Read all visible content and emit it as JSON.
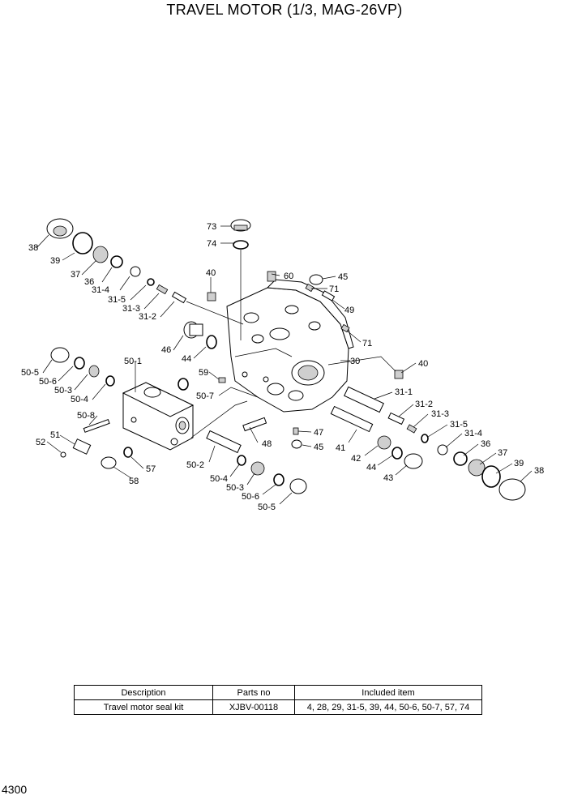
{
  "title": "TRAVEL MOTOR (1/3, MAG-26VP)",
  "page_number": "4300",
  "labels": {
    "l73": "73",
    "l74": "74",
    "l40a": "40",
    "l60": "60",
    "l45a": "45",
    "l71a": "71",
    "l49": "49",
    "l71b": "71",
    "l30": "30",
    "l40b": "40",
    "l38a": "38",
    "l39a": "39",
    "l37a": "37",
    "l36a": "36",
    "l314a": "31-4",
    "l315a": "31-5",
    "l313a": "31-3",
    "l312a": "31-2",
    "l46": "46",
    "l44a": "44",
    "l59": "59",
    "l507": "50-7",
    "l501": "50-1",
    "l505a": "50-5",
    "l506a": "50-6",
    "l503a": "50-3",
    "l504a": "50-4",
    "l508": "50-8",
    "l51": "51",
    "l52": "52",
    "l57": "57",
    "l58": "58",
    "l48": "48",
    "l47": "47",
    "l45b": "45",
    "l311": "31-1",
    "l312b": "31-2",
    "l313b": "31-3",
    "l315b": "31-5",
    "l314b": "31-4",
    "l36b": "36",
    "l37b": "37",
    "l39b": "39",
    "l38b": "38",
    "l41": "41",
    "l42": "42",
    "l44b": "44",
    "l43": "43",
    "l502": "50-2",
    "l504b": "50-4",
    "l503b": "50-3",
    "l506b": "50-6",
    "l505b": "50-5"
  },
  "kit_table": {
    "headers": [
      "Description",
      "Parts no",
      "Included item"
    ],
    "row": [
      "Travel motor seal kit",
      "XJBV-00118",
      "4, 28, 29, 31-5, 39, 44, 50-6, 50-7, 57, 74"
    ]
  }
}
